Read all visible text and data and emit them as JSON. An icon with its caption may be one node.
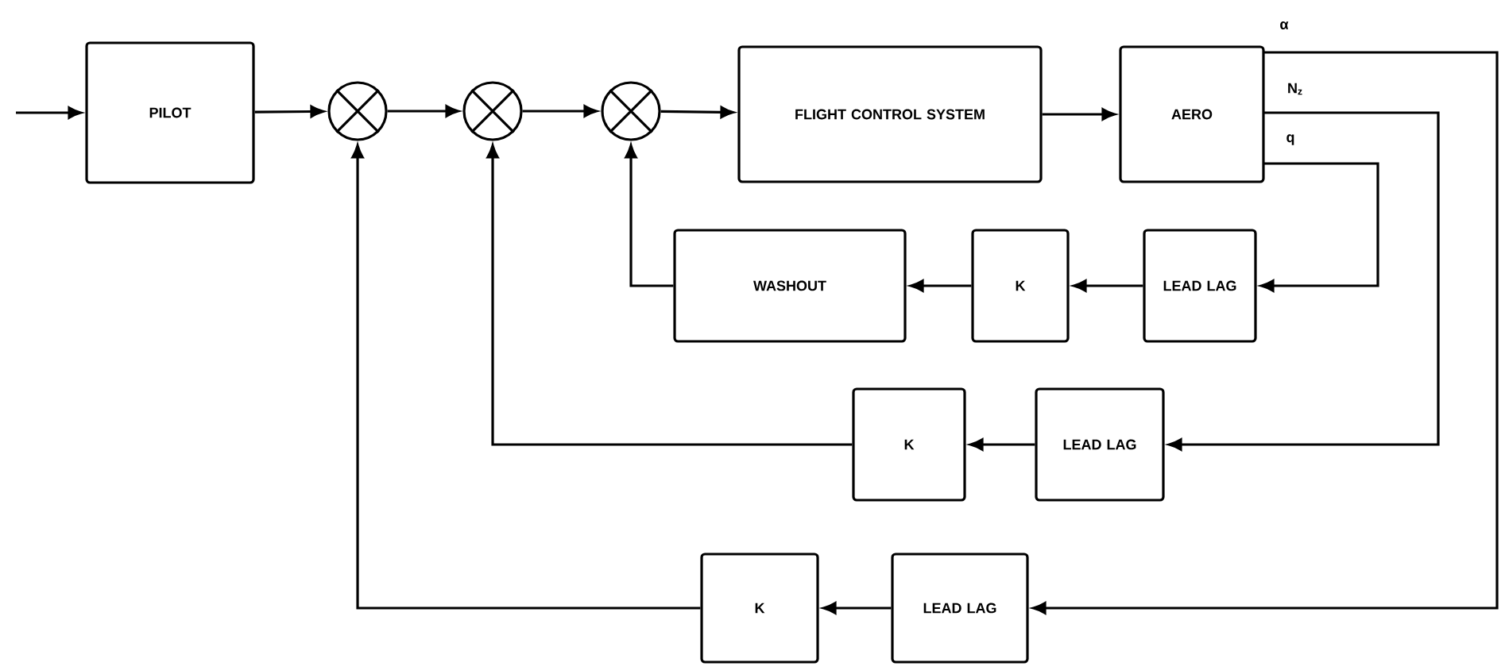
{
  "diagram": {
    "nodes": [
      {
        "text": [
          "PILOT"
        ]
      },
      {
        "text": [],
        "shape": "circle"
      },
      {
        "text": [],
        "shape": "circle"
      },
      {
        "text": [],
        "shape": "circle"
      },
      {
        "text": [
          "FLIGHT CONTROL SYSTEM"
        ]
      },
      {
        "text": [
          "AERO"
        ]
      },
      {
        "text": [
          "WASHOUT"
        ]
      },
      {
        "text": [
          "K"
        ]
      },
      {
        "text": [
          "LEAD LAG"
        ]
      },
      {
        "text": [
          "K"
        ]
      },
      {
        "text": [
          "LEAD LAG"
        ]
      },
      {
        "text": [
          "K"
        ]
      },
      {
        "text": [
          "LEAD LAG"
        ]
      }
    ],
    "edges": [
      {
        "from": null,
        "to": 0,
        "arrow": "to"
      },
      {
        "from": 0,
        "to": 1,
        "arrow": "to"
      },
      {
        "from": 1,
        "to": 2,
        "arrow": "to"
      },
      {
        "from": 2,
        "to": 3,
        "arrow": "to"
      },
      {
        "from": 3,
        "to": 4,
        "arrow": "to"
      },
      {
        "from": 4,
        "to": 5,
        "arrow": "to"
      },
      {
        "from": 5,
        "to": 8,
        "arrow": "to",
        "label": "q"
      },
      {
        "from": 8,
        "to": 7,
        "arrow": "to"
      },
      {
        "from": 7,
        "to": 6,
        "arrow": "to"
      },
      {
        "from": 6,
        "to": 3,
        "arrow": "to"
      },
      {
        "from": 5,
        "to": 10,
        "arrow": "to",
        "label": "N$_{z}$"
      },
      {
        "from": 10,
        "to": 9,
        "arrow": "to"
      },
      {
        "from": 9,
        "to": 2,
        "arrow": "to"
      },
      {
        "from": 5,
        "to": 12,
        "arrow": "to",
        "label": "α"
      },
      {
        "from": 12,
        "to": 11,
        "arrow": "to"
      },
      {
        "from": 11,
        "to": 1,
        "arrow": "to"
      }
    ]
  }
}
